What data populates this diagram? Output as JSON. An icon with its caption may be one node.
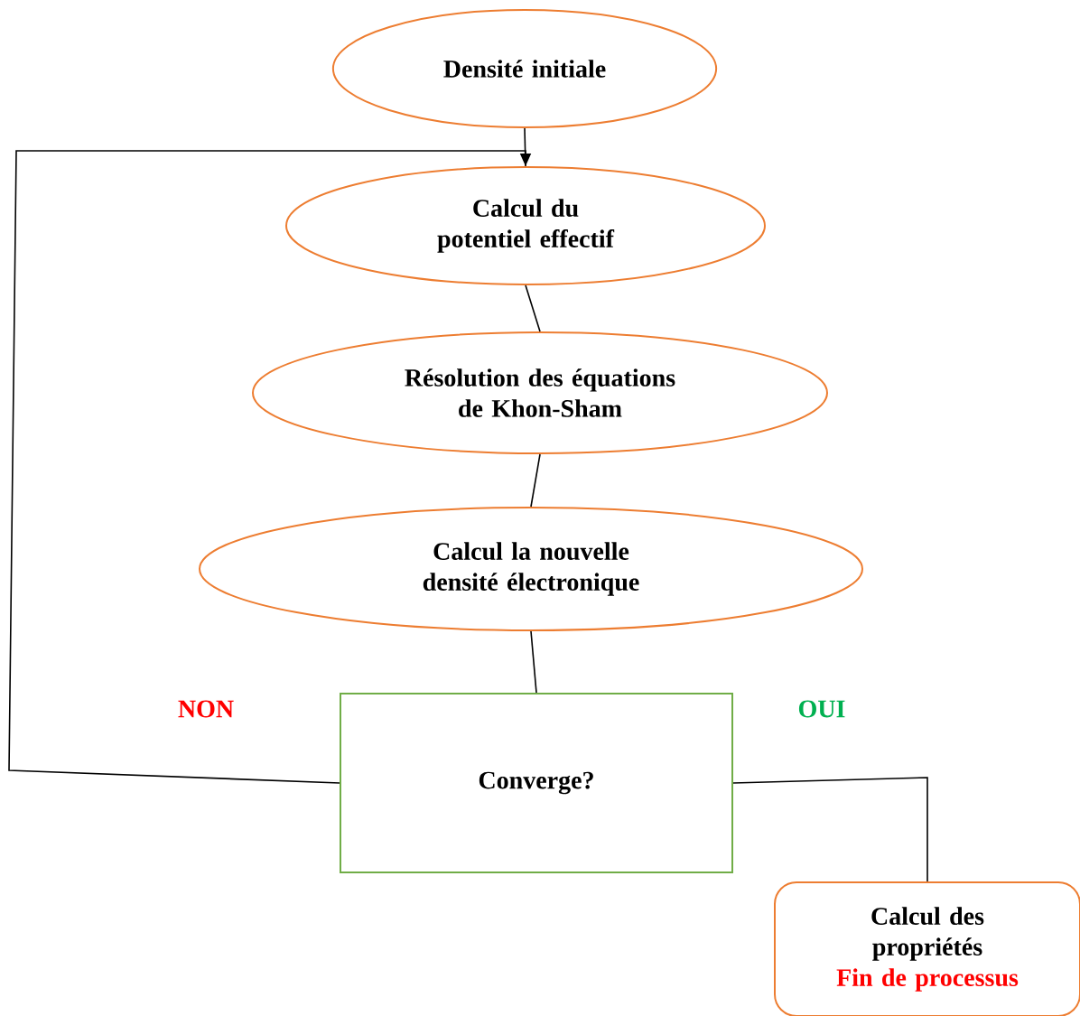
{
  "diagram": {
    "nodes": [
      {
        "text": [
          "Densité initiale"
        ]
      },
      {
        "text": [
          "Calcul du potentiel effectif"
        ]
      },
      {
        "text": [
          "Résolution des équations de Khon-Sham"
        ]
      },
      {
        "text": [
          "Calcul la nouvelle densité électronique"
        ]
      },
      {
        "text": [
          "Converge?"
        ]
      },
      {
        "text": [
          "Calcul des propriétés",
          "Fin de processus"
        ]
      }
    ],
    "edges": [
      {
        "from": 0,
        "to": 1,
        "arrow": "none"
      },
      {
        "from": 1,
        "to": 2,
        "arrow": "none"
      },
      {
        "from": 2,
        "to": 3,
        "arrow": "none"
      },
      {
        "from": 3,
        "to": 4,
        "arrow": "none"
      },
      {
        "from": 4,
        "to": 1,
        "arrow": "to",
        "label": "NON"
      },
      {
        "from": 4,
        "to": 5,
        "arrow": "none",
        "label": "OUI"
      }
    ]
  }
}
